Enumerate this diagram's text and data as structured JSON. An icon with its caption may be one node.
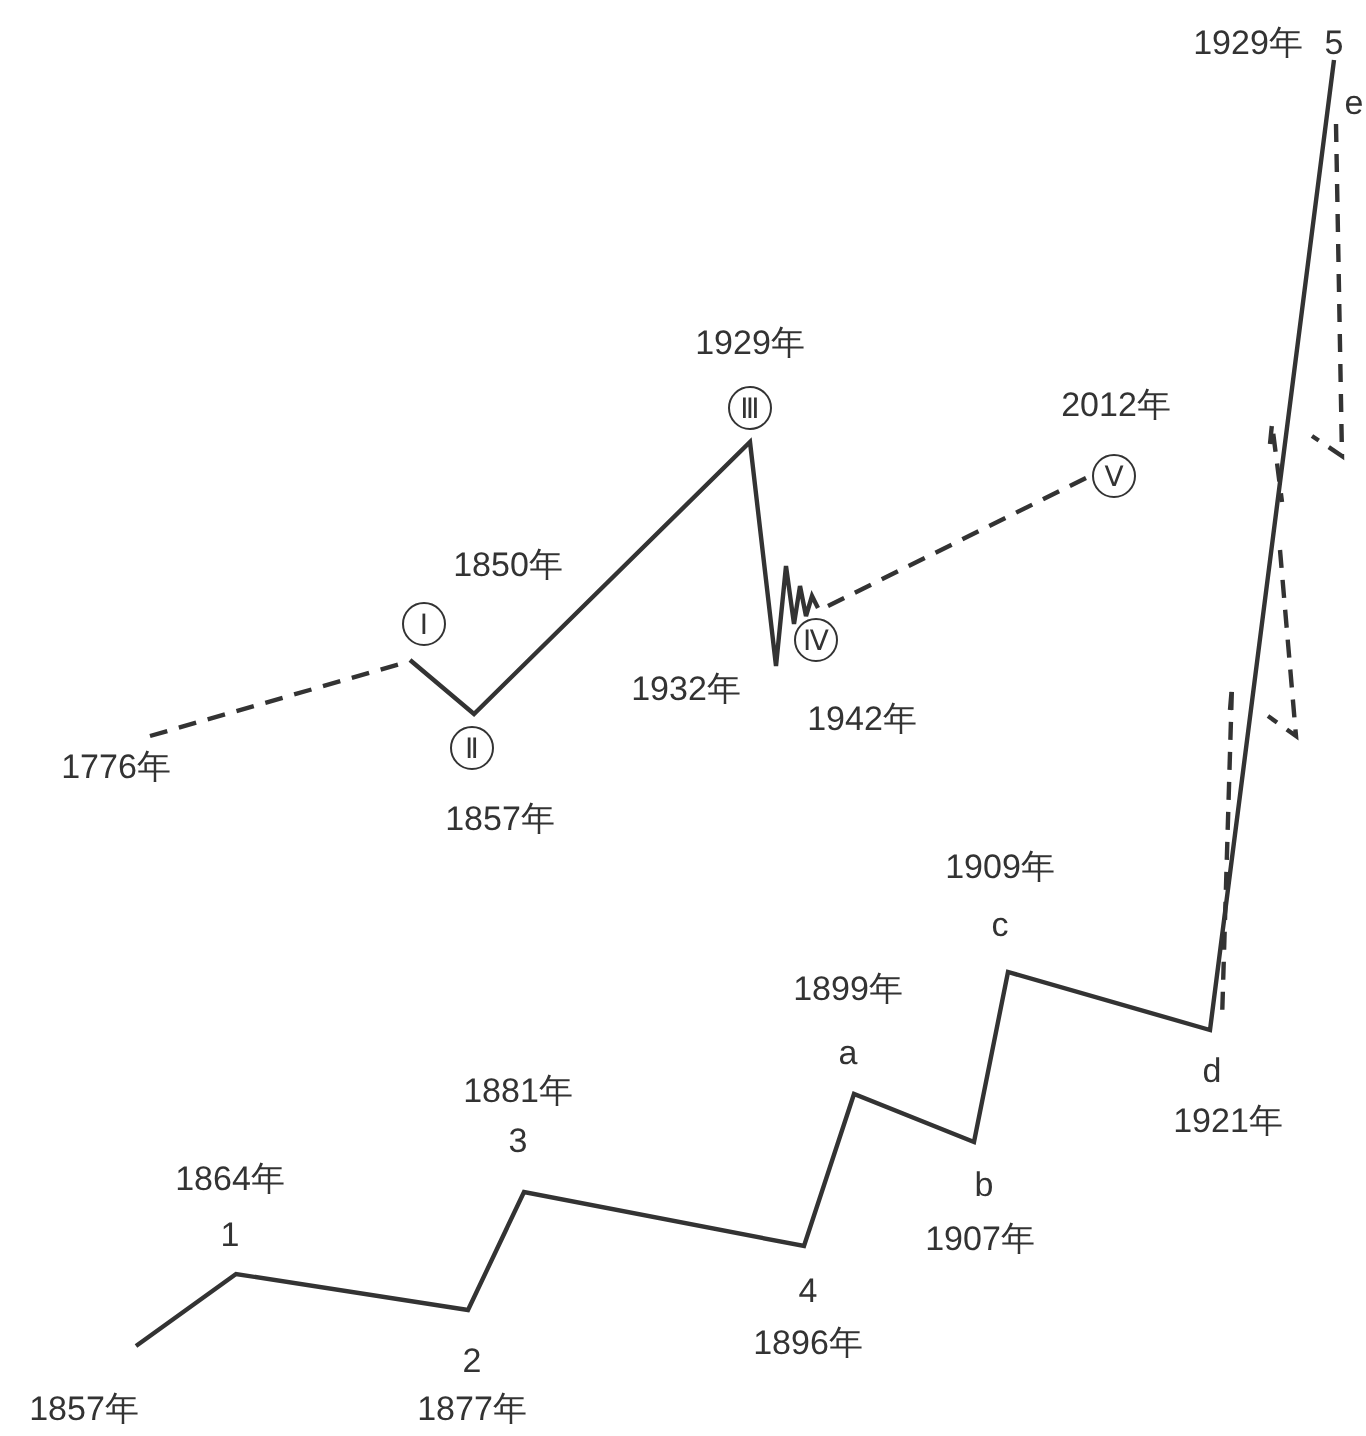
{
  "diagram": {
    "labels": [
      "1929年",
      "5",
      "e",
      "1929年",
      "Ⅲ",
      "2012年",
      "Ⅴ",
      "1850年",
      "Ⅰ",
      "Ⅳ",
      "1932年",
      "1942年",
      "Ⅱ",
      "1776年",
      "1857年",
      "1909年",
      "c",
      "1899年",
      "a",
      "d",
      "1881年",
      "3",
      "1921年",
      "1864年",
      "1",
      "b",
      "1907年",
      "4",
      "1896年",
      "2",
      "1877年",
      "1857年"
    ]
  }
}
